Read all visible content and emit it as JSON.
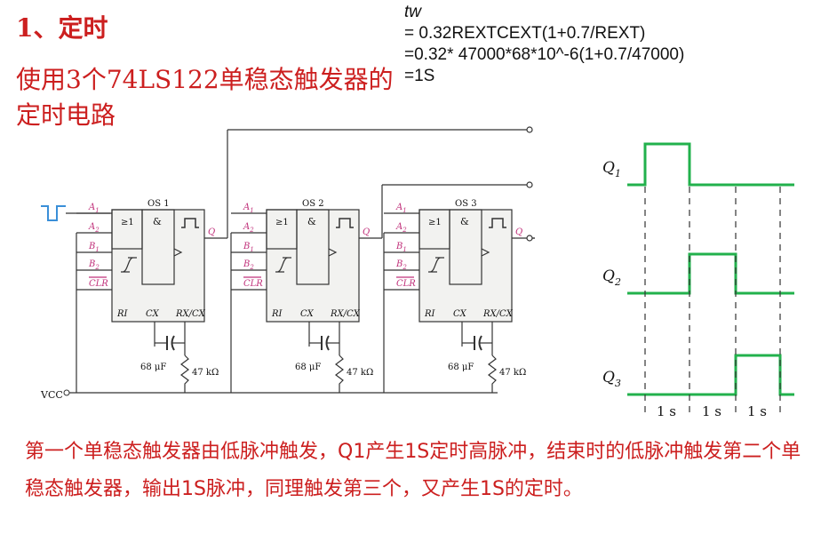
{
  "heading": "1、定时",
  "subtitle": "使用3个74LS122单稳态触发器的定时电路",
  "formula": {
    "label": "tw",
    "line1": "= 0.32REXTCEXT(1+0.7/REXT)",
    "line2": "=0.32* 47000*68*10^-6(1+0.7/47000)",
    "line3": "=1S"
  },
  "circuit": {
    "ics": [
      {
        "name": "OS 1"
      },
      {
        "name": "OS 2"
      },
      {
        "name": "OS 3"
      }
    ],
    "pins_left": [
      "A1",
      "A2",
      "B1",
      "B2",
      "CLR"
    ],
    "pin_bottom": [
      "RI",
      "CX",
      "RX/CX"
    ],
    "output_label": "Q",
    "or_symbol": "≥1",
    "and_symbol": "&",
    "capacitor": "68 μF",
    "resistor": "47 kΩ",
    "vcc": "VCC"
  },
  "timing": {
    "signals": [
      "Q1",
      "Q2",
      "Q3"
    ],
    "intervals": [
      "1 s",
      "1 s",
      "1 s"
    ],
    "color": "#22b14c"
  },
  "caption": "第一个单稳态触发器由低脉冲触发，Q1产生1S定时高脉冲，结束时的低脉冲触发第二个单稳态触发器，输出1S脉冲，同理触发第三个，又产生1S的定时。"
}
